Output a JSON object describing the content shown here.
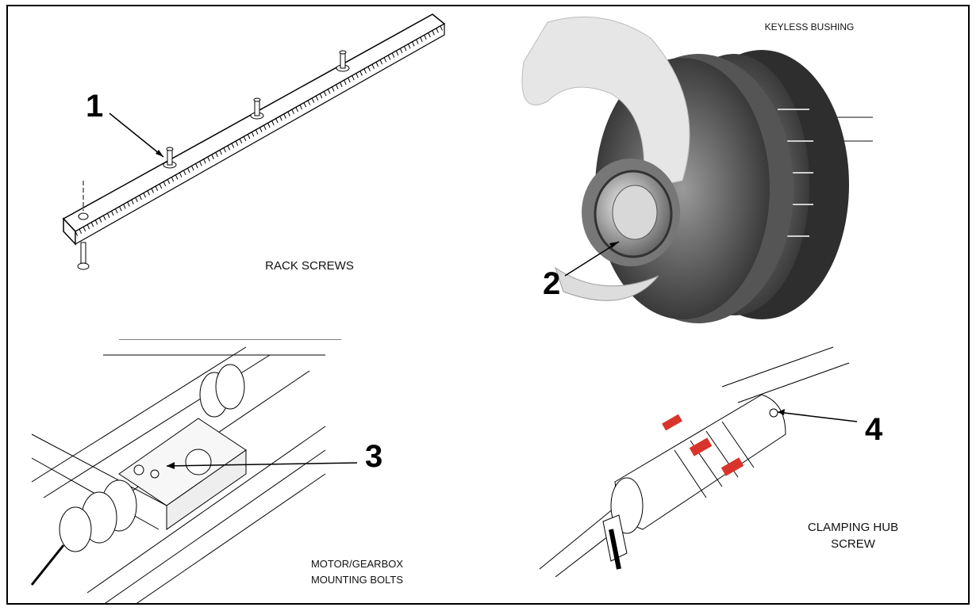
{
  "panels": {
    "rack": {
      "number": "1",
      "caption": "RACK SCREWS"
    },
    "bushing": {
      "number": "2",
      "caption": "KEYLESS BUSHING"
    },
    "motor": {
      "number": "3",
      "caption_line1": "MOTOR/GEARBOX",
      "caption_line2": "MOUNTING BOLTS"
    },
    "coupling": {
      "number": "4",
      "caption_line1": "CLAMPING HUB",
      "caption_line2": "SCREW"
    }
  },
  "colors": {
    "line": "#000000",
    "elastomer": "#d9342b",
    "metal_dark": "#3a3a3a",
    "metal_mid": "#8a8a8a",
    "metal_light": "#cfcfcf"
  },
  "icons": [
    "gear-rack-illustration",
    "keyless-bushing-photo",
    "motor-gearbox-illustration",
    "jaw-coupling-illustration"
  ]
}
